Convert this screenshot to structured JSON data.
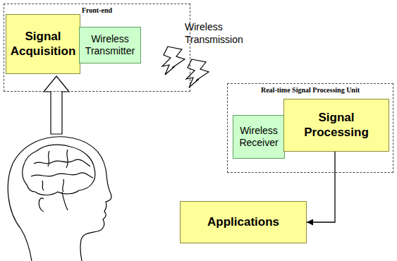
{
  "diagram": {
    "nodes": [
      {
        "text": [
          "Front-end"
        ]
      },
      {
        "text": [
          "Signal Acquisition"
        ],
        "in": 0
      },
      {
        "text": [
          "Wireless Transmitter"
        ],
        "in": 0
      },
      {
        "text": [
          "Real-time Signal Processing Unit"
        ]
      },
      {
        "text": [
          "Wireless Receiver"
        ],
        "in": 3
      },
      {
        "text": [
          "Signal Processing"
        ],
        "in": 3
      },
      {
        "text": [
          "Applications"
        ]
      }
    ],
    "edges": [
      {
        "from": 5,
        "to": 6,
        "arrow": "to"
      }
    ],
    "labels": [
      "Wireless Transmission"
    ]
  }
}
